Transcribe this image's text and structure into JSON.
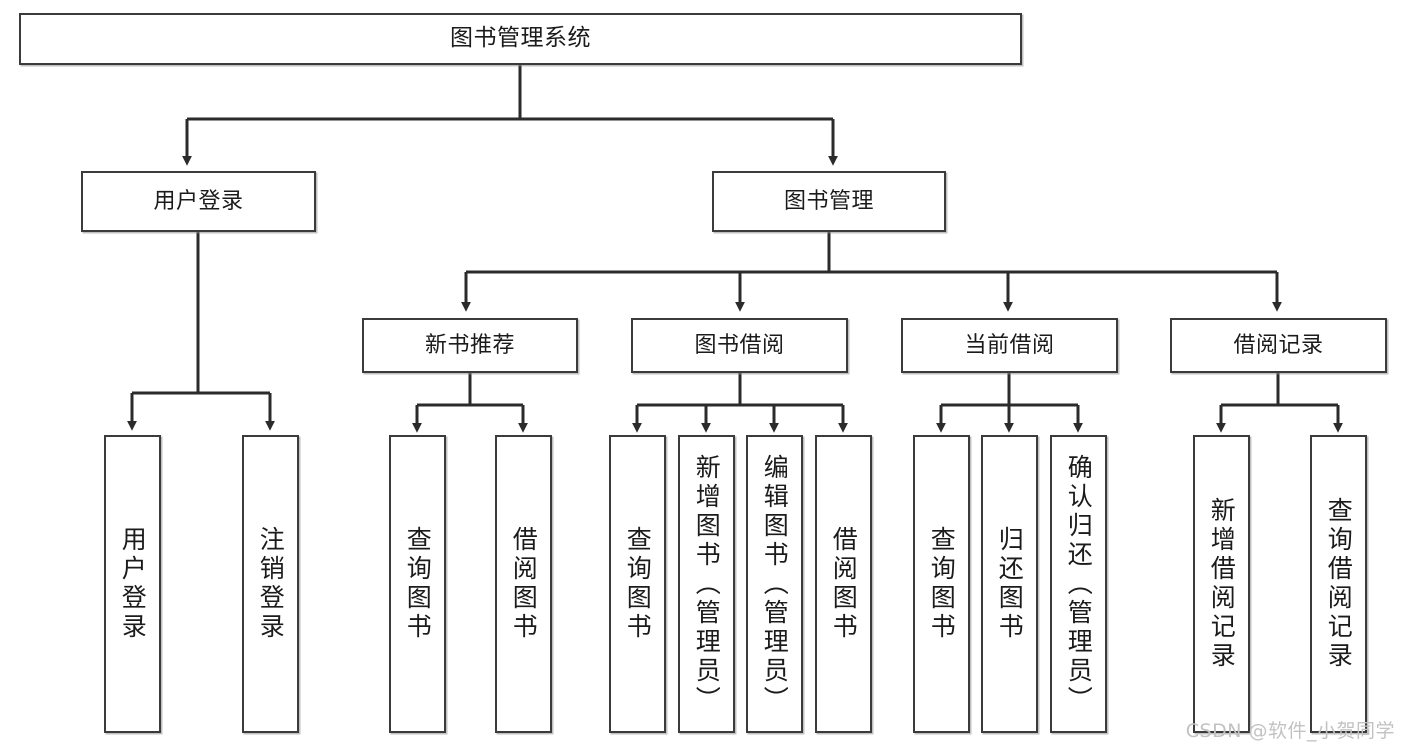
{
  "diagram": {
    "type": "tree-hierarchy-flowchart",
    "title": "图书管理系统",
    "orientation": "top-down",
    "colors": {
      "box_border": "#3b3b3b",
      "box_fill": "#ffffff",
      "connector": "#2b2b2b",
      "text": "#1b1b1b",
      "watermark": "#c2c2c2",
      "canvas": "#ffffff"
    },
    "levels": [
      {
        "level": 1,
        "nodes": [
          {
            "id": "root",
            "label": "图书管理系统",
            "orientation": "horizontal"
          }
        ]
      },
      {
        "level": 2,
        "nodes": [
          {
            "id": "login",
            "label": "用户登录",
            "parent": "root",
            "orientation": "horizontal"
          },
          {
            "id": "bookmgmt",
            "label": "图书管理",
            "parent": "root",
            "orientation": "horizontal"
          }
        ]
      },
      {
        "level": 3,
        "nodes": [
          {
            "id": "newbook",
            "label": "新书推荐",
            "parent": "bookmgmt",
            "orientation": "horizontal"
          },
          {
            "id": "borrow",
            "label": "图书借阅",
            "parent": "bookmgmt",
            "orientation": "horizontal"
          },
          {
            "id": "current",
            "label": "当前借阅",
            "parent": "bookmgmt",
            "orientation": "horizontal"
          },
          {
            "id": "records",
            "label": "借阅记录",
            "parent": "bookmgmt",
            "orientation": "horizontal"
          }
        ]
      },
      {
        "level": 4,
        "nodes": [
          {
            "id": "leaf-user-login",
            "label": "用户登录",
            "parent": "login",
            "orientation": "vertical"
          },
          {
            "id": "leaf-user-logout",
            "label": "注销登录",
            "parent": "login",
            "orientation": "vertical"
          },
          {
            "id": "leaf-query-book-1",
            "label": "查询图书",
            "parent": "newbook",
            "orientation": "vertical"
          },
          {
            "id": "leaf-borrow-book-1",
            "label": "借阅图书",
            "parent": "newbook",
            "orientation": "vertical"
          },
          {
            "id": "leaf-query-book-2",
            "label": "查询图书",
            "parent": "borrow",
            "orientation": "vertical"
          },
          {
            "id": "leaf-add-book",
            "label": "新增图书（管理员）",
            "parent": "borrow",
            "orientation": "vertical"
          },
          {
            "id": "leaf-edit-book",
            "label": "编辑图书（管理员）",
            "parent": "borrow",
            "orientation": "vertical"
          },
          {
            "id": "leaf-borrow-book-2",
            "label": "借阅图书",
            "parent": "borrow",
            "orientation": "vertical"
          },
          {
            "id": "leaf-query-book-3",
            "label": "查询图书",
            "parent": "current",
            "orientation": "vertical"
          },
          {
            "id": "leaf-return-book",
            "label": "归还图书",
            "parent": "current",
            "orientation": "vertical"
          },
          {
            "id": "leaf-confirm-return",
            "label": "确认归还（管理员）",
            "parent": "current",
            "orientation": "vertical"
          },
          {
            "id": "leaf-add-record",
            "label": "新增借阅记录",
            "parent": "records",
            "orientation": "vertical"
          },
          {
            "id": "leaf-query-record",
            "label": "查询借阅记录",
            "parent": "records",
            "orientation": "vertical"
          }
        ]
      }
    ]
  },
  "watermark": {
    "text": "CSDN @软件_小贺同学"
  }
}
